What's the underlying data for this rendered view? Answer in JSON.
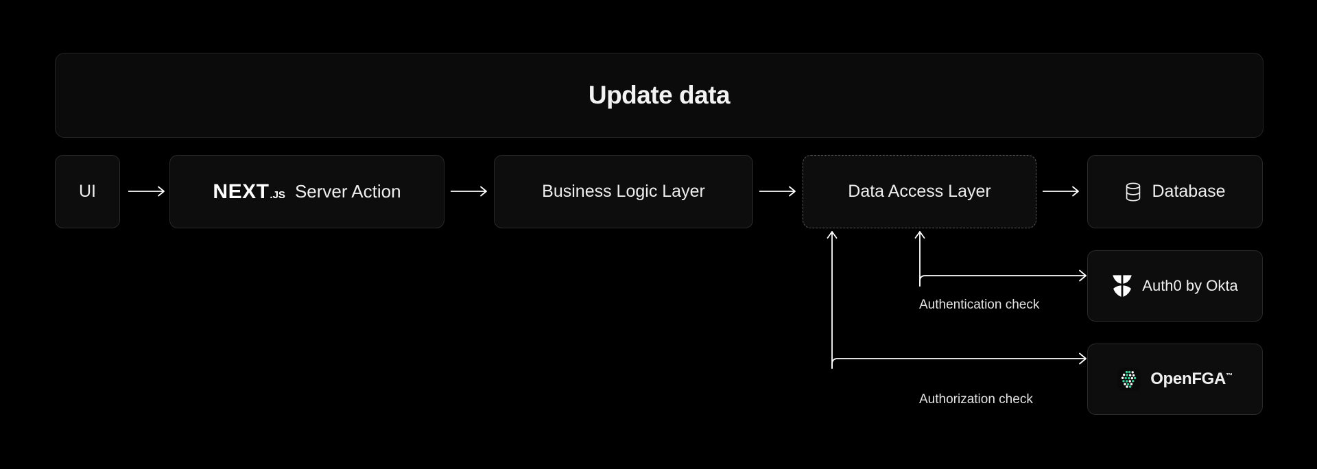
{
  "page": {
    "background_color": "#000000",
    "title": "Update data"
  },
  "header": {
    "title": "Update data"
  },
  "flow": {
    "nodes": [
      {
        "id": "ui",
        "label": "UI",
        "style": "solid",
        "icon": null
      },
      {
        "id": "server-action",
        "label": "Server Action",
        "brand": "NEXT",
        "brand_suffix": ".JS",
        "style": "solid",
        "icon": "nextjs-logo"
      },
      {
        "id": "business",
        "label": "Business Logic Layer",
        "style": "solid",
        "icon": null
      },
      {
        "id": "dal",
        "label": "Data Access Layer",
        "style": "dashed",
        "icon": null
      },
      {
        "id": "database",
        "label": "Database",
        "style": "solid",
        "icon": "database-icon"
      }
    ],
    "arrows": [
      {
        "id": "arrow-1",
        "from": "ui",
        "to": "server-action",
        "glyph": "→"
      },
      {
        "id": "arrow-2",
        "from": "server-action",
        "to": "business",
        "glyph": "→"
      },
      {
        "id": "arrow-3",
        "from": "business",
        "to": "dal",
        "glyph": "→"
      },
      {
        "id": "arrow-4",
        "from": "dal",
        "to": "database",
        "glyph": "→"
      }
    ]
  },
  "services": [
    {
      "id": "auth0",
      "label": "Auth0 by Okta",
      "icon": "auth0-shield-icon",
      "icon_color": "#ffffff",
      "connector_caption": "Authentication check"
    },
    {
      "id": "openfga",
      "label": "OpenFGA",
      "trademark": "™",
      "icon": "openfga-dots-icon",
      "icon_color": "#3ecf9a",
      "connector_caption": "Authorization check"
    }
  ],
  "connectors": {
    "authentication": {
      "caption": "Authentication check",
      "from": "data-access-layer",
      "to": "auth0"
    },
    "authorization": {
      "caption": "Authorization check",
      "from": "data-access-layer",
      "to": "openfga"
    }
  },
  "colors": {
    "background": "#000000",
    "node_fill": "#0d0d0d",
    "node_border": "#2a2a2a",
    "dashed_border": "#5a5a5a",
    "text": "#efefef",
    "line": "#ffffff",
    "openfga_accent": "#3ecf9a"
  }
}
